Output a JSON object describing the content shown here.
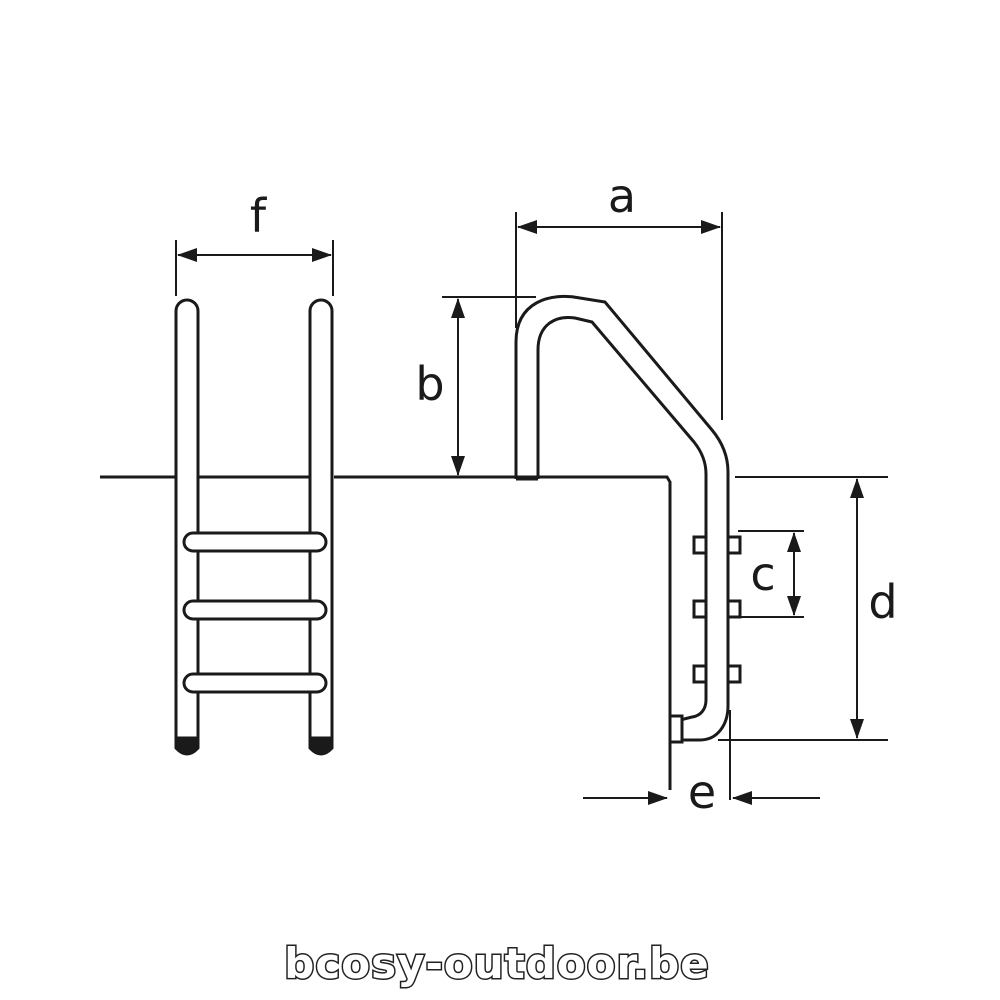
{
  "diagram": {
    "labels": {
      "a": "a",
      "b": "b",
      "c": "c",
      "d": "d",
      "e": "e",
      "f": "f"
    },
    "watermark": "bcosy-outdoor.be",
    "colors": {
      "line": "#1a1a1a",
      "background": "#ffffff"
    }
  }
}
